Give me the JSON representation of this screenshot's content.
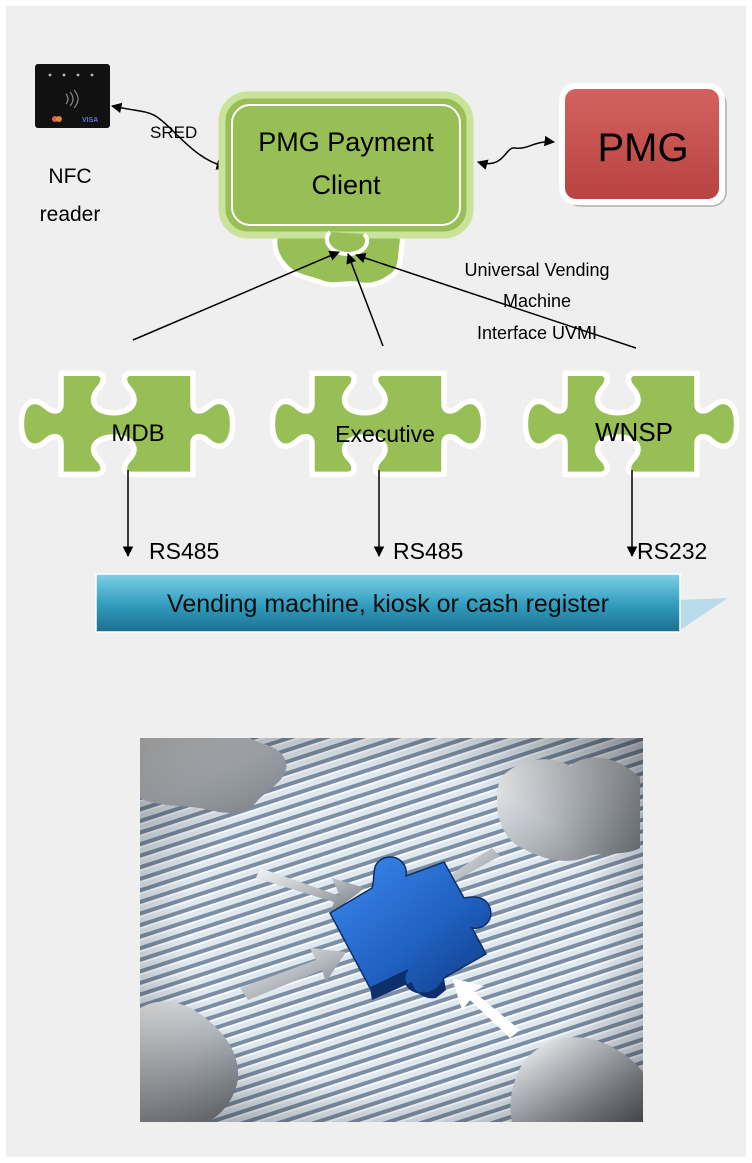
{
  "diagram": {
    "nfc_reader": {
      "label_line1": "NFC",
      "label_line2": "reader"
    },
    "sred_label": "SRED",
    "payment_client": {
      "line1": "PMG Payment",
      "line2": "Client"
    },
    "pmg_box": {
      "label": "PMG"
    },
    "uvmi_label": {
      "line1": "Universal Vending",
      "line2": "Machine",
      "line3": "Interface UVMI"
    },
    "modules": [
      {
        "label": "MDB",
        "port": "RS485"
      },
      {
        "label": "Executive",
        "port": "RS485"
      },
      {
        "label": "WNSP",
        "port": "RS232"
      }
    ],
    "target_bar": {
      "label": "Vending machine, kiosk or cash register"
    }
  },
  "colors": {
    "puzzle_green": "#97bf55",
    "puzzle_outline": "#ffffff",
    "pmg_red": "#c0504d",
    "bar_teal": "#2e8dac",
    "background": "#efefef",
    "photo_piece_blue": "#1f5fbf"
  },
  "photo": {
    "subject": "puzzle-pieces-with-arrows-photo"
  }
}
